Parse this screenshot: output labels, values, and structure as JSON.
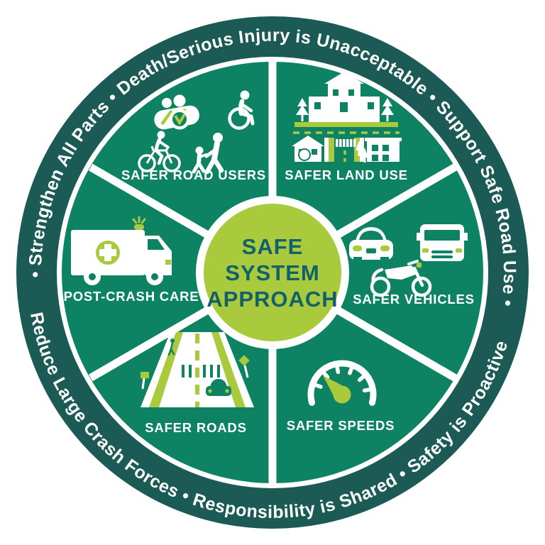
{
  "title": "Safe System Approach",
  "colors": {
    "ring": "#1b5a55",
    "wedge": "#0e8363",
    "lime": "#a9ca3c",
    "center_text": "#11606b",
    "background": "#ffffff"
  },
  "center": {
    "line1": "SAFE",
    "line2": "SYSTEM",
    "line3": "APPROACH"
  },
  "ring": {
    "bullet": "•",
    "phrases": [
      "Death/Serious Injury is Unacceptable",
      "Support Safe Road Use",
      "Safety is Proactive",
      "Responsibility is Shared",
      "Reduce Large Crash Forces",
      "Strengthen All Parts"
    ],
    "top_text": "• Strengthen All Parts • Death/Serious Injury is Unacceptable • Support Safe Road Use •",
    "bottom_text": "Reduce Large Crash Forces • Responsibility is Shared • Safety is Proactive"
  },
  "wedges": [
    {
      "label": "SAFER ROAD USERS",
      "icon": "road-users-icon"
    },
    {
      "label": "SAFER LAND USE",
      "icon": "land-use-icon"
    },
    {
      "label": "SAFER VEHICLES",
      "icon": "vehicles-icon"
    },
    {
      "label": "SAFER SPEEDS",
      "icon": "speedometer-icon"
    },
    {
      "label": "SAFER ROADS",
      "icon": "road-icon"
    },
    {
      "label": "POST-CRASH CARE",
      "icon": "ambulance-icon"
    }
  ]
}
